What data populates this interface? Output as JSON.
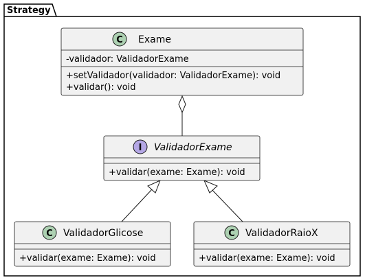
{
  "package": {
    "name": "Strategy"
  },
  "classes": {
    "exame": {
      "stereotype_letter": "C",
      "name": "Exame",
      "attributes": [
        "-validador: ValidadorExame"
      ],
      "methods": [
        "+setValidador(validador: ValidadorExame): void",
        "+validar(): void"
      ]
    },
    "validador_exame": {
      "stereotype_letter": "I",
      "name": "ValidadorExame",
      "attributes": [],
      "methods": [
        "+validar(exame: Exame): void"
      ]
    },
    "validador_glicose": {
      "stereotype_letter": "C",
      "name": "ValidadorGlicose",
      "attributes": [],
      "methods": [
        "+validar(exame: Exame): void"
      ]
    },
    "validador_raiox": {
      "stereotype_letter": "C",
      "name": "ValidadorRaioX",
      "attributes": [],
      "methods": [
        "+validar(exame: Exame): void"
      ]
    }
  },
  "relations": [
    {
      "kind": "aggregation",
      "from": "exame",
      "to": "validador_exame"
    },
    {
      "kind": "realization",
      "from": "validador_glicose",
      "to": "validador_exame"
    },
    {
      "kind": "realization",
      "from": "validador_raiox",
      "to": "validador_exame"
    }
  ],
  "colors": {
    "class_fill": "#f1f1f1",
    "class_border": "#181818",
    "class_circle": "#add1b2",
    "interface_circle": "#b4a7e5",
    "line": "#181818"
  }
}
